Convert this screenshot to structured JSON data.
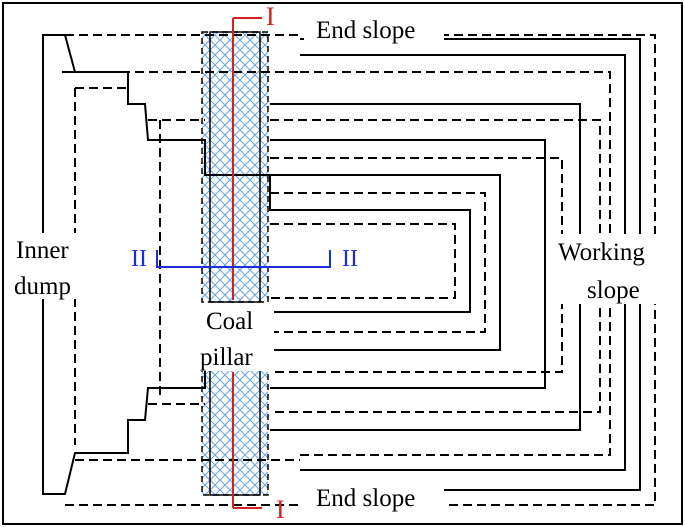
{
  "labels": {
    "end_slope_top": "End slope",
    "end_slope_bottom": "End slope",
    "inner_dump_line1": "Inner",
    "inner_dump_line2": "dump",
    "working_slope_line1": "Working",
    "working_slope_line2": "slope",
    "coal_pillar_line1": "Coal",
    "coal_pillar_line2": "pillar",
    "section_i_top": "I",
    "section_i_bottom": "I",
    "section_ii_left": "II",
    "section_ii_right": "II"
  },
  "colors": {
    "section_i": "#d42020",
    "section_ii": "#1f2fd8",
    "pillar_hatch": "#6fa8dc",
    "outline": "#000000"
  }
}
